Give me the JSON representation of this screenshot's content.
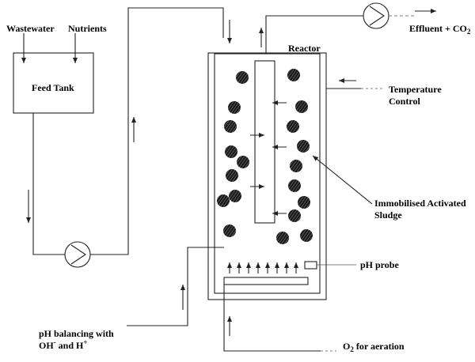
{
  "labels": {
    "wastewater": "Wastewater",
    "nutrients": "Nutrients",
    "feed_tank": "Feed Tank",
    "reactor": "Reactor",
    "effluent": "Effluent + CO",
    "effluent_sub": "2",
    "temperature_line1": "Temperature",
    "temperature_line2": "Control",
    "sludge_line1": "Immobilised Activated",
    "sludge_line2": "Sludge",
    "ph_probe": "pH probe",
    "ph_bal_line1": "pH balancing with",
    "ph_bal_oh": "OH",
    "ph_bal_minus": "-",
    "ph_bal_and": " and H",
    "ph_bal_plus": "+",
    "o2_prefix": "O",
    "o2_sub": "2",
    "o2_suffix": " for aeration"
  },
  "colors": {
    "line": "#222222",
    "granule": "#1a1a1a",
    "granule_stripe": "#8a8a8a"
  }
}
